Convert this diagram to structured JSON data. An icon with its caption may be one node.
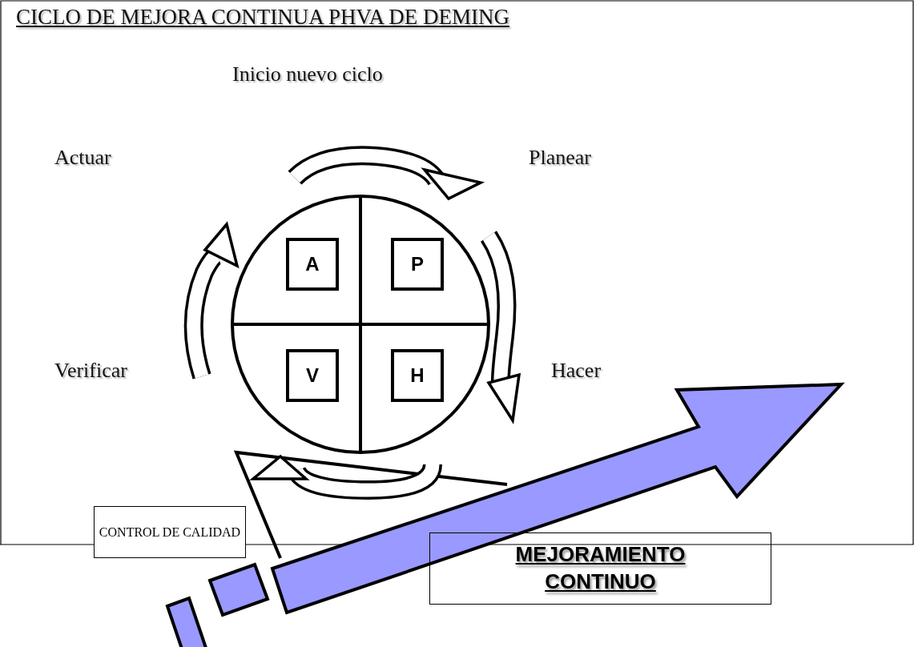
{
  "diagram": {
    "title": "CICLO  DE MEJORA CONTINUA PHVA DE DEMING",
    "nodes": [
      {
        "text": [
          "A"
        ]
      },
      {
        "text": [
          "P"
        ]
      },
      {
        "text": [
          "V"
        ]
      },
      {
        "text": [
          "H"
        ]
      },
      {
        "text": [
          "CONTROL DE CALIDAD"
        ]
      },
      {
        "text": [
          "MEJORAMIENTO CONTINUO"
        ]
      }
    ],
    "edges": [],
    "labels": [
      "Inicio nuevo ciclo",
      "Actuar",
      "Planear",
      "Verificar",
      "Hacer"
    ]
  }
}
